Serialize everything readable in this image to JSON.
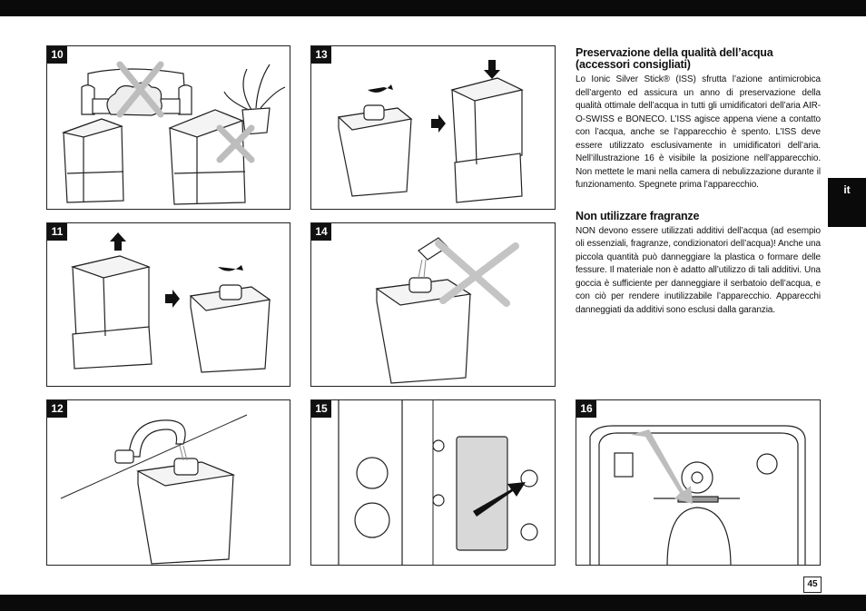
{
  "figures": [
    {
      "num": "10"
    },
    {
      "num": "13"
    },
    {
      "num": "11"
    },
    {
      "num": "14"
    },
    {
      "num": "12"
    },
    {
      "num": "15"
    },
    {
      "num": "16"
    }
  ],
  "section1": {
    "title": "Preservazione della qualità dell’acqua (accessori consigliati)",
    "body": "Lo Ionic Silver Stick® (ISS) sfrutta l’azione antimicrobica dell’argento ed assicura un anno di preservazione della qualità ottimale dell’acqua in tutti gli umidificatori dell’aria AIR-O-SWISS e BONECO. L’ISS agisce appena viene a contatto con l’acqua, anche se l’apparecchio è spento. L’ISS deve essere utilizzato esclusivamente in umidificatori dell’aria. Nell’illustrazione 16 è visibile la posizione nell’apparecchio. Non mettete le mani nella camera di nebulizzazione durante il funzionamento. Spegnete prima l’apparecchio."
  },
  "section2": {
    "title": "Non utilizzare fragranze",
    "body": "NON devono essere utilizzati additivi dell’acqua (ad esempio oli essenziali, fragranze, condizionatori dell’acqua)! Anche una piccola quantità può danneggiare la plastica o formare delle fessure. Il materiale non è adatto all’utilizzo di tali additivi. Una goccia è sufficiente per danneggiare il serbatoio dell’acqua, e con ciò per rendere inutilizzabile l’apparecchio. Apparecchi danneggiati da additivi sono esclusi dalla garanzia."
  },
  "lang_tab": "it",
  "page_number": "45"
}
